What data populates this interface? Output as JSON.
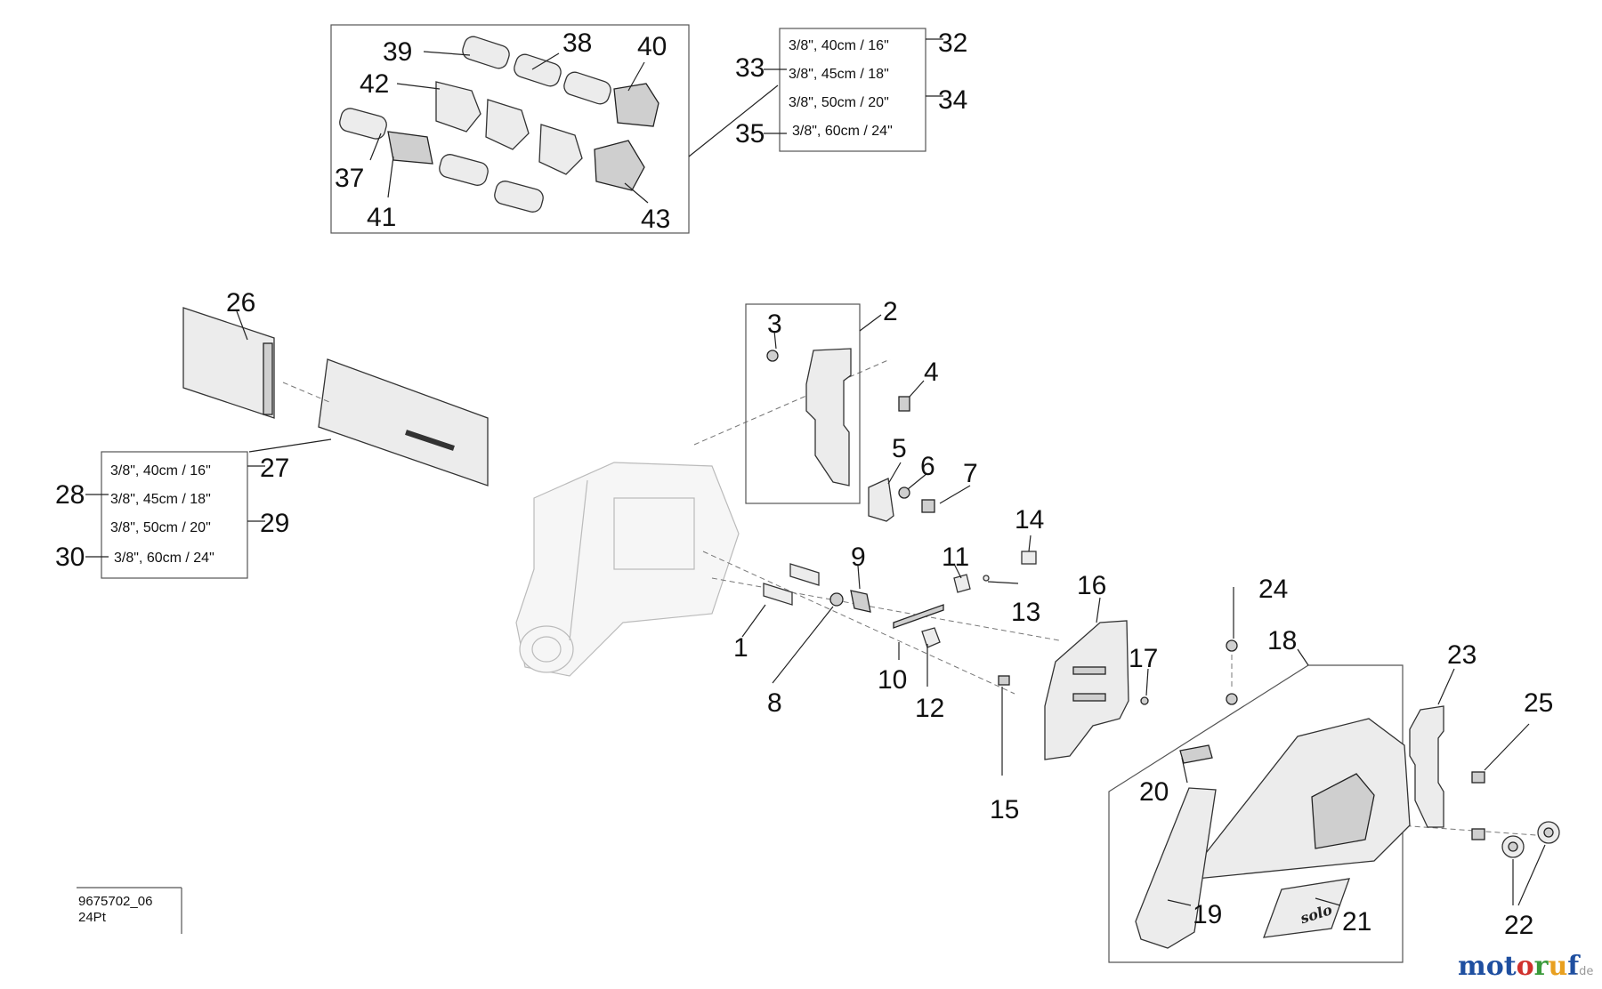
{
  "chain_sizes_box": [
    "3/8\", 40cm / 16\"",
    "3/8\", 45cm / 18\"",
    "3/8\", 50cm / 20\"",
    "3/8\", 60cm / 24\""
  ],
  "bar_sizes_box": [
    "3/8\", 40cm / 16\"",
    "3/8\", 45cm / 18\"",
    "3/8\", 50cm / 20\"",
    "3/8\", 60cm / 24\""
  ],
  "callouts": {
    "c1": "1",
    "c2": "2",
    "c3": "3",
    "c4": "4",
    "c5": "5",
    "c6": "6",
    "c7": "7",
    "c8": "8",
    "c9": "9",
    "c10": "10",
    "c11": "11",
    "c12": "12",
    "c13": "13",
    "c14": "14",
    "c15": "15",
    "c16": "16",
    "c17": "17",
    "c18": "18",
    "c19": "19",
    "c20": "20",
    "c21": "21",
    "c22": "22",
    "c23": "23",
    "c24": "24",
    "c25": "25",
    "c26": "26",
    "c27": "27",
    "c28": "28",
    "c29": "29",
    "c30": "30",
    "c32": "32",
    "c33": "33",
    "c34": "34",
    "c35": "35",
    "c37": "37",
    "c38": "38",
    "c39": "39",
    "c40": "40",
    "c41": "41",
    "c42": "42",
    "c43": "43"
  },
  "drawing_ref": {
    "number": "9675702_06",
    "sub": "24Pt"
  },
  "cover_logo_text": "solo",
  "watermark": {
    "brand": "motoruf",
    "suffix": ".de"
  },
  "colors": {
    "watermark_blue": "#1f4fa0",
    "watermark_red": "#d0312d",
    "watermark_green": "#3a9a3a",
    "watermark_orange": "#e8a020"
  }
}
